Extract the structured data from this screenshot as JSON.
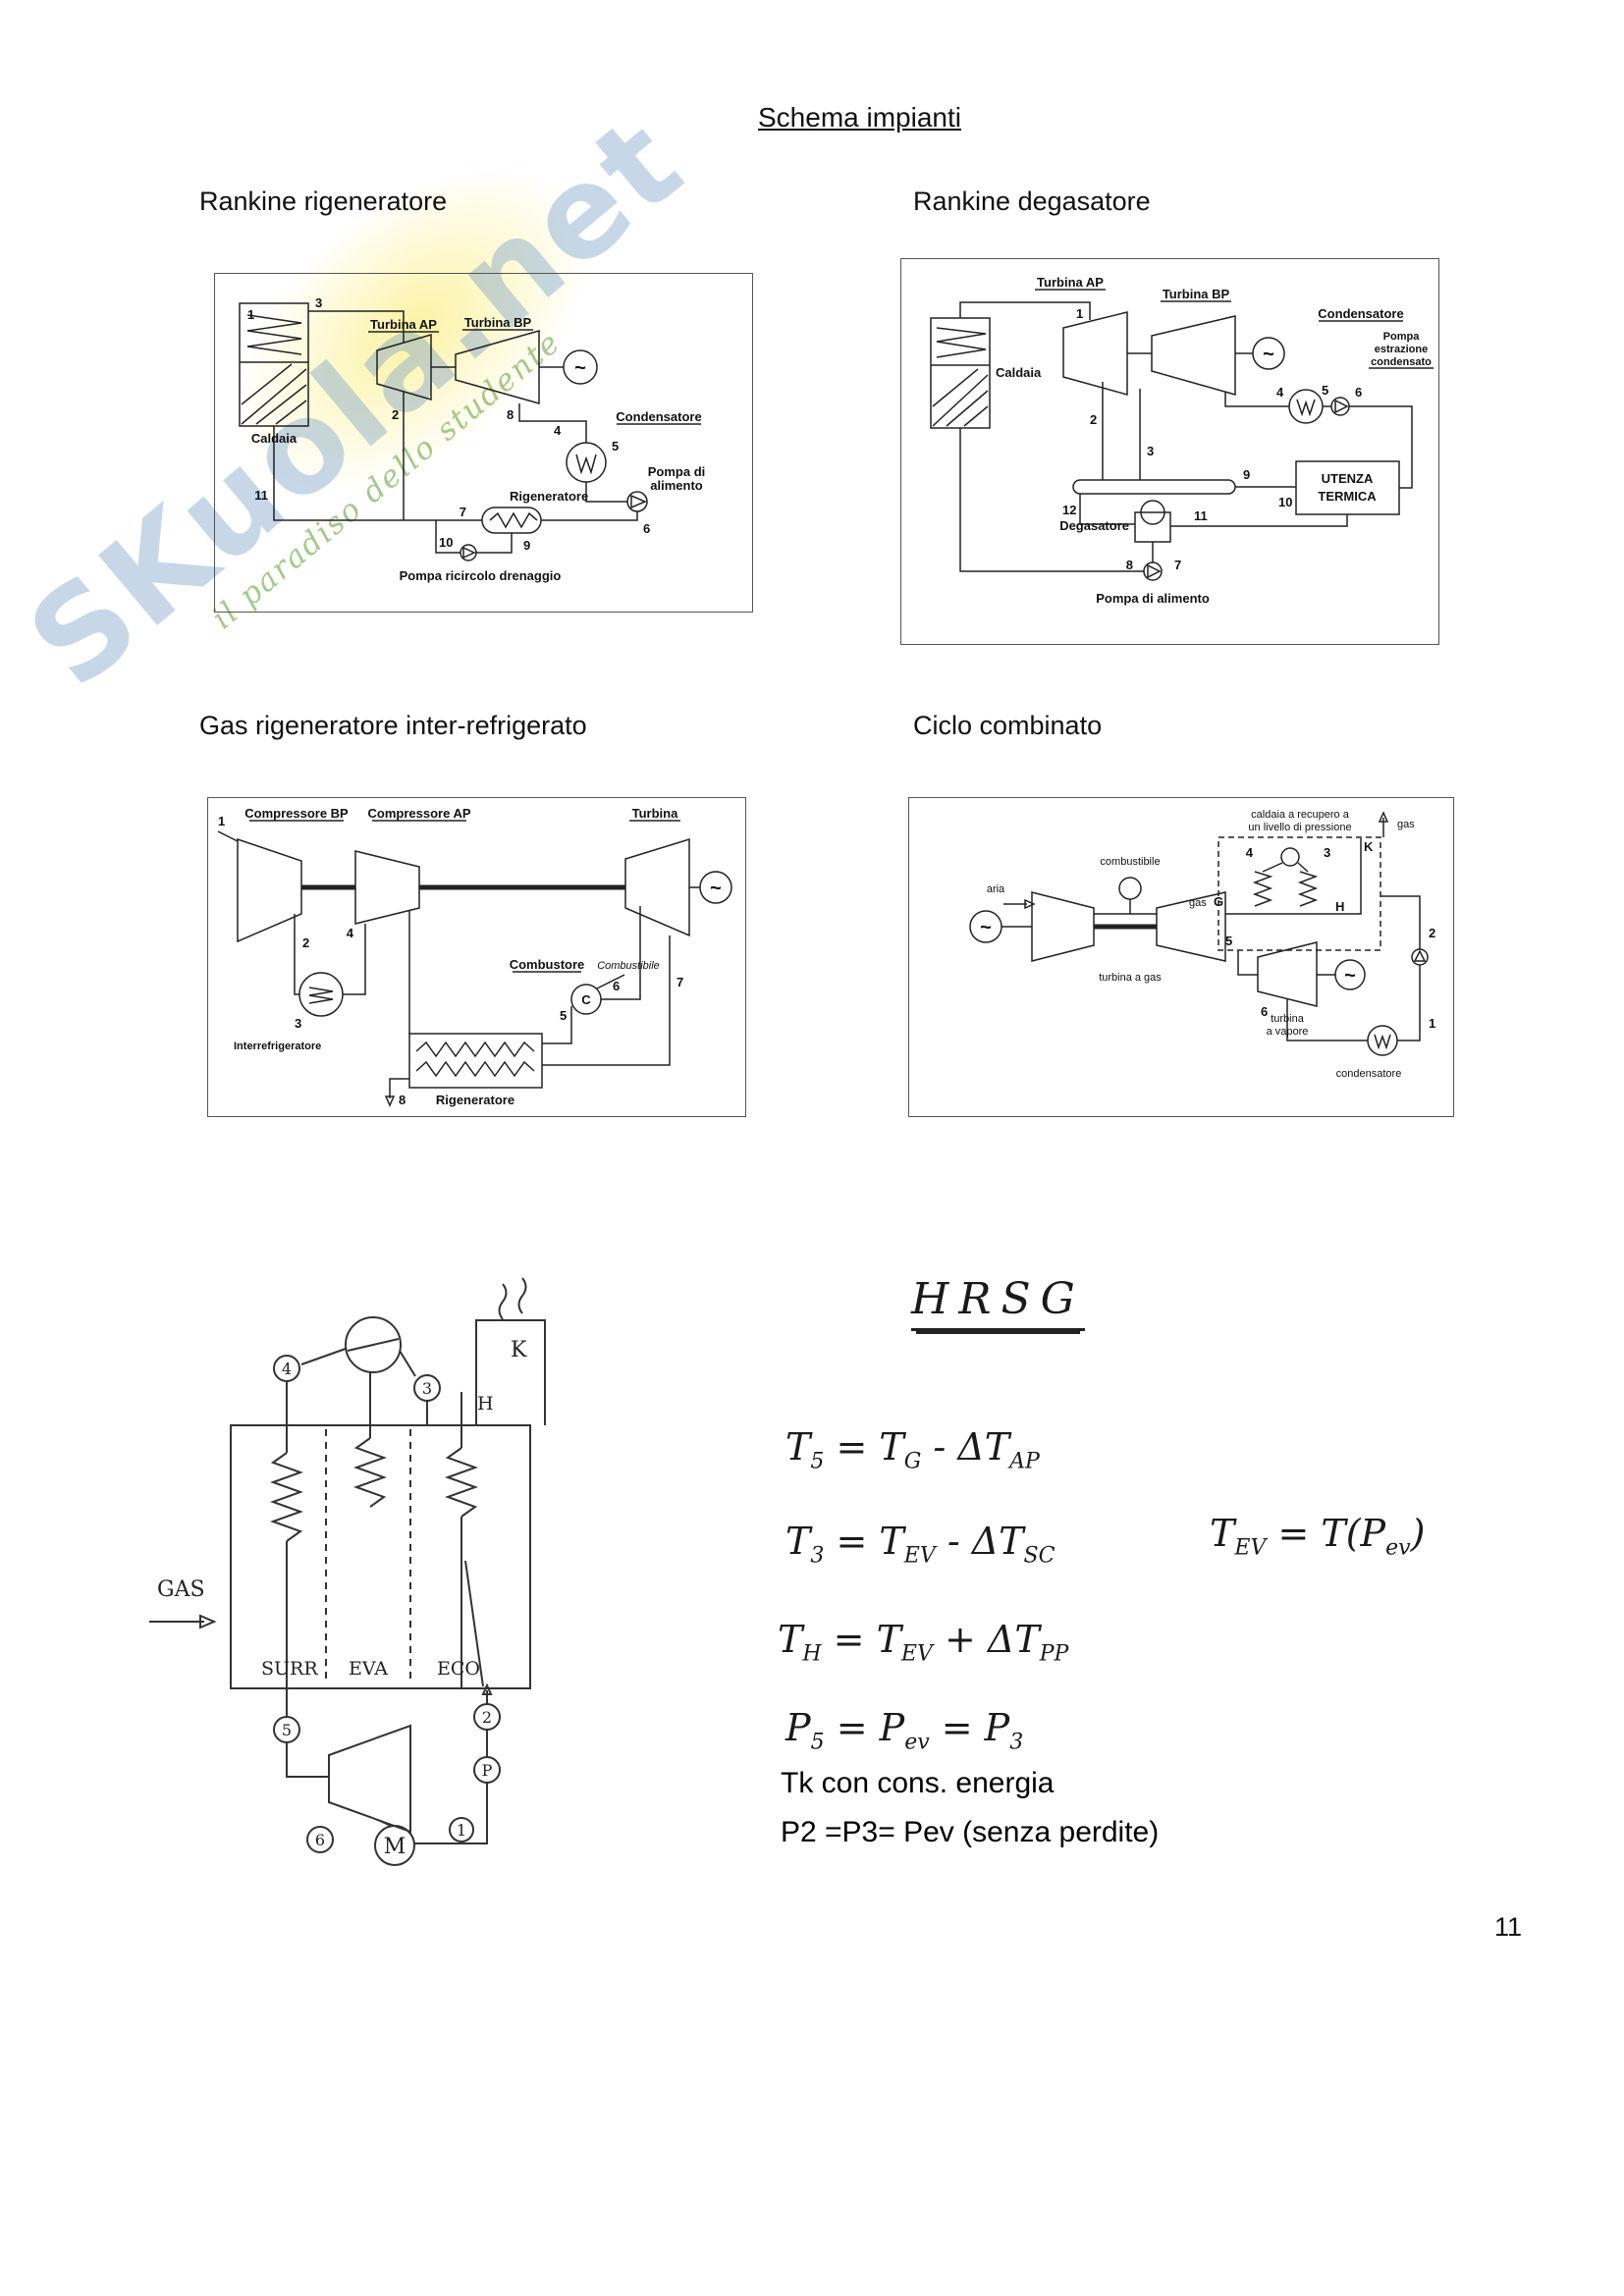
{
  "page": {
    "title": "Schema impianti",
    "page_number": "11"
  },
  "watermark": {
    "main": "SKuola.net",
    "tagline": "il paradiso dello studente"
  },
  "sections": {
    "s1": "Rankine rigeneratore",
    "s2": "Rankine degasatore",
    "s3": "Gas rigeneratore inter-refrigerato",
    "s4": "Ciclo combinato"
  },
  "d1": {
    "labels": {
      "turbina_ap": "Turbina AP",
      "turbina_bp": "Turbina BP",
      "condensatore": "Condensatore",
      "caldaia": "Caldaia",
      "pompa_alimento_1": "Pompa di",
      "pompa_alimento_2": "alimento",
      "rigeneratore": "Rigeneratore",
      "pompa_ricircolo": "Pompa ricircolo drenaggio",
      "gen": "~"
    },
    "numbers": [
      "1",
      "3",
      "2",
      "8",
      "4",
      "5",
      "6",
      "7",
      "9",
      "10",
      "11"
    ]
  },
  "d2": {
    "labels": {
      "turbina_ap": "Turbina AP",
      "turbina_bp": "Turbina BP",
      "condensatore": "Condensatore",
      "caldaia": "Caldaia",
      "pompa_estr_1": "Pompa",
      "pompa_estr_2": "estrazione",
      "pompa_estr_3": "condensato",
      "utenza_1": "UTENZA",
      "utenza_2": "TERMICA",
      "degasatore": "Degasatore",
      "pompa_alimento": "Pompa di alimento",
      "gen": "~"
    },
    "numbers": [
      "1",
      "2",
      "3",
      "4",
      "5",
      "6",
      "9",
      "10",
      "12",
      "11",
      "8",
      "7"
    ]
  },
  "d3": {
    "labels": {
      "compressore_bp": "Compressore BP",
      "compressore_ap": "Compressore AP",
      "turbina": "Turbina",
      "combustore": "Combustore",
      "combustibile": "Combustibile",
      "c": "C",
      "interrefrigeratore": "Interrefrigeratore",
      "rigeneratore": "Rigeneratore",
      "gen": "~"
    },
    "numbers": [
      "1",
      "2",
      "3",
      "4",
      "5",
      "6",
      "7",
      "8"
    ]
  },
  "d4": {
    "labels": {
      "caldaia_rec_1": "caldaia a recupero a",
      "caldaia_rec_2": "un livello di pressione",
      "gas_top": "gas",
      "k": "K",
      "combustibile": "combustibile",
      "aria": "aria",
      "gas_mid": "gas",
      "g": "G",
      "h": "H",
      "turbina_gas": "turbina a gas",
      "turbina_vap_1": "turbina",
      "turbina_vap_2": "a vapore",
      "condensatore": "condensatore",
      "gen": "~"
    },
    "numbers": [
      "4",
      "3",
      "5",
      "2",
      "1",
      "6"
    ]
  },
  "sketch": {
    "labels": {
      "gas": "GAS",
      "surr": "SURR",
      "eva": "EVA",
      "eco": "ECO",
      "h": "H",
      "k": "K",
      "m": "M",
      "p": "P"
    },
    "numbers": [
      "4",
      "3",
      "5",
      "6",
      "1",
      "2"
    ]
  },
  "notes": {
    "hrsg": "HRSG",
    "f1": "T_5 = T_G - ΔT_AP",
    "f2": "T_3 = T_EV - ΔT_SC",
    "f3": "T_EV = T(P_ev)",
    "f4": "T_H = T_EV + ΔT_PP",
    "f5": "P_5 = P_ev = P_3",
    "line1": "Tk con cons. energia",
    "line2": "P2 =P3= Pev (senza perdite)"
  }
}
